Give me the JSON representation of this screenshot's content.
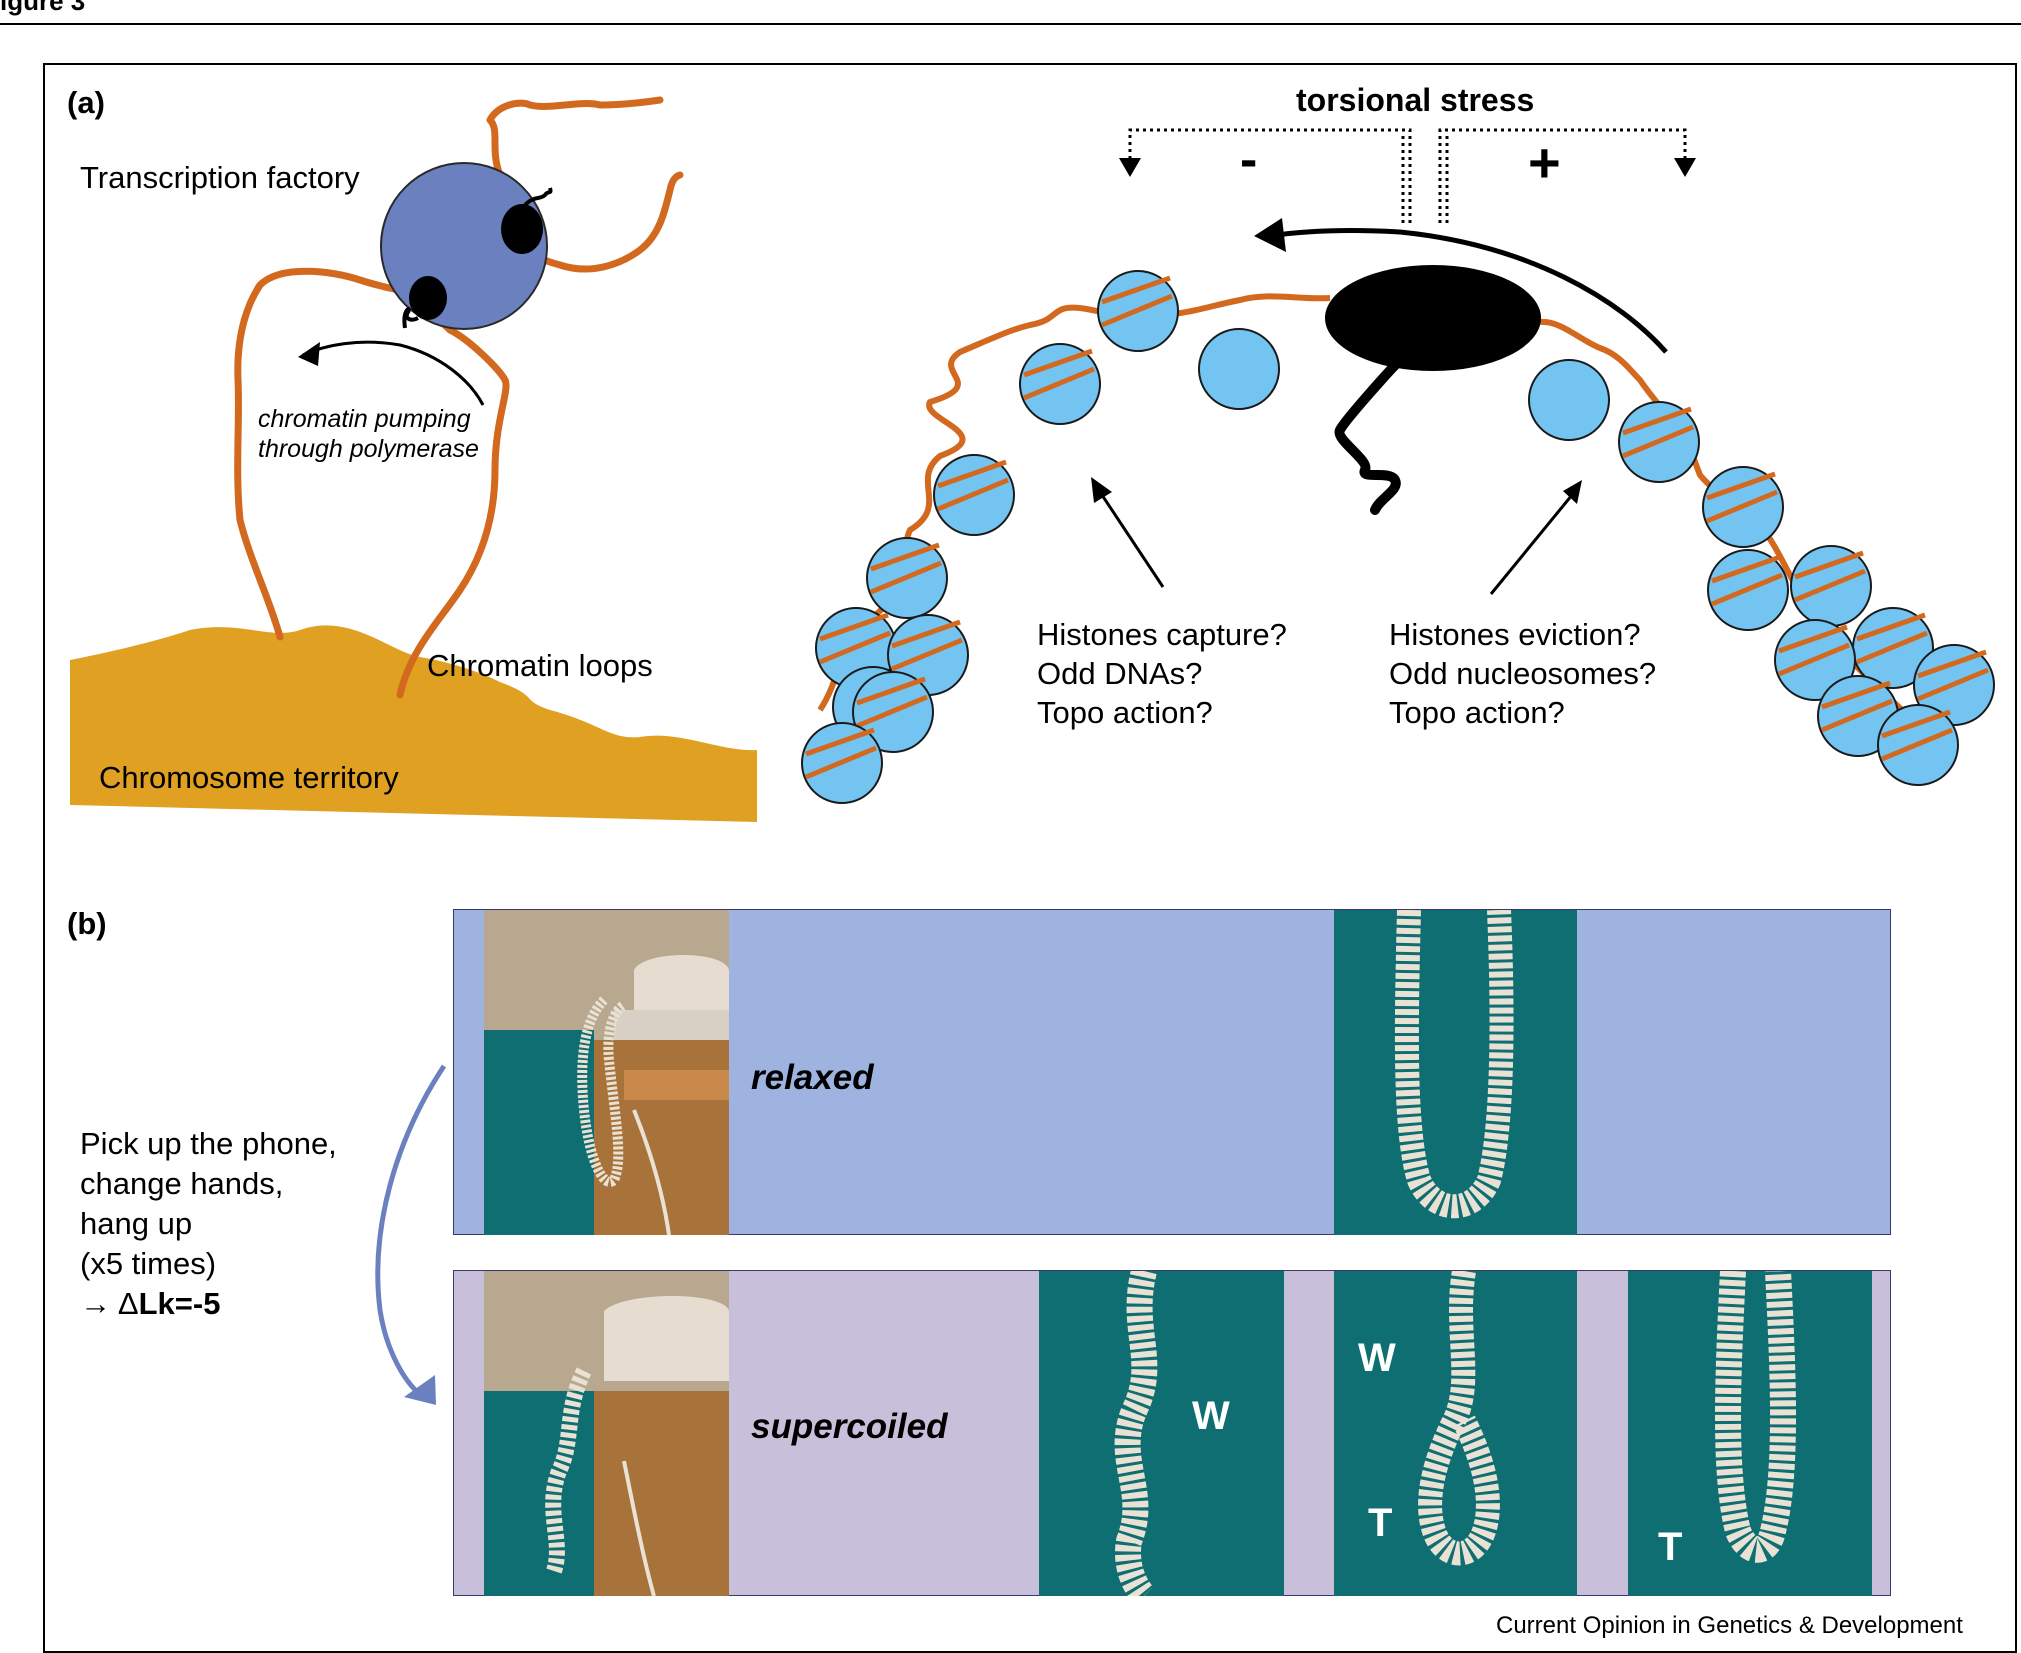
{
  "figure_header": "igure 3",
  "panel_a": {
    "label": "(a)",
    "transcription_factory": "Transcription factory",
    "pumping_line1": "chromatin pumping",
    "pumping_line2": "through polymerase",
    "chromatin_loops": "Chromatin loops",
    "chromosome_territory": "Chromosome territory",
    "torsional_stress": "torsional stress",
    "minus": "-",
    "plus": "+",
    "left_questions": [
      "Histones capture?",
      "Odd DNAs?",
      "Topo action?"
    ],
    "right_questions": [
      "Histones eviction?",
      "Odd nucleosomes?",
      "Topo action?"
    ],
    "colors": {
      "dna": "#d2691e",
      "factory": "#6b80bf",
      "nucleosome": "#74c4f2",
      "territory": "#e0a022"
    }
  },
  "panel_b": {
    "label": "(b)",
    "relaxed": "relaxed",
    "supercoiled": "supercoiled",
    "instruction_lines": [
      "Pick up the phone,",
      "change hands,",
      "hang up",
      "(x5 times)"
    ],
    "delta_prefix": "→ Δ",
    "delta_value": "Lk=-5",
    "photo_letters": {
      "w1": "W",
      "w2": "W",
      "t1": "T",
      "t2": "T"
    },
    "colors": {
      "relaxed_bg": "#9fb3e0",
      "supercoiled_bg": "#c8bfdb",
      "arrow": "#6b80bf",
      "photo_bg": "#0f6e72"
    }
  },
  "footer": "Current Opinion in Genetics & Development"
}
